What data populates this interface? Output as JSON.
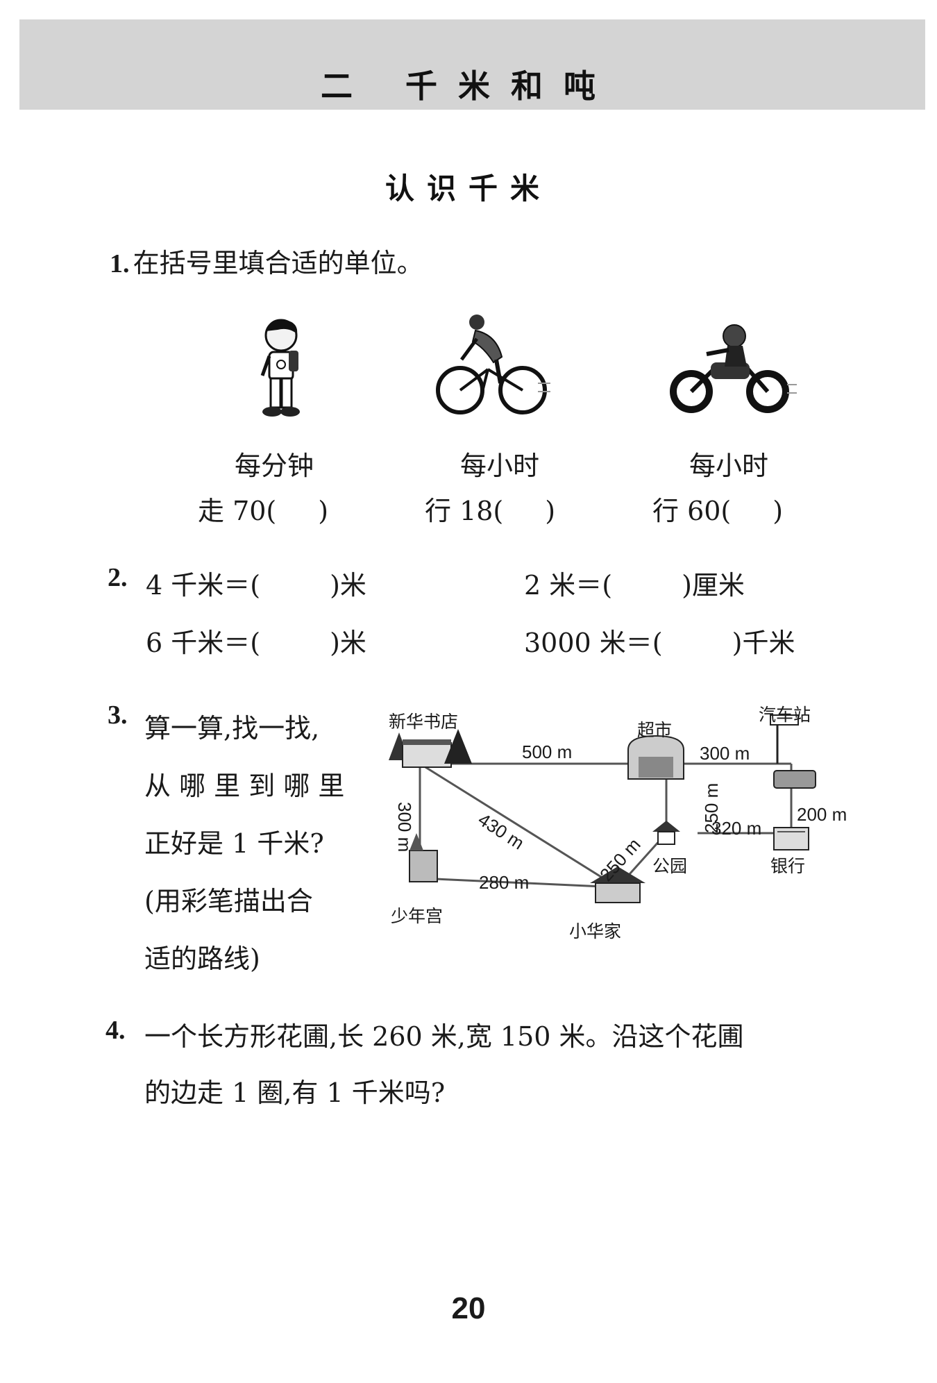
{
  "banner": {
    "title": "二 千米和吨"
  },
  "section": {
    "title": "认识千米"
  },
  "q1": {
    "num": "1.",
    "text": "在括号里填合适的单位。",
    "items": [
      {
        "line1": "每分钟",
        "line2": "走 70(",
        "close": ")",
        "icon": "walking-boy-icon"
      },
      {
        "line1": "每小时",
        "line2": "行 18(",
        "close": ")",
        "icon": "cyclist-icon"
      },
      {
        "line1": "每小时",
        "line2": "行 60(",
        "close": ")",
        "icon": "motorcyclist-icon"
      }
    ]
  },
  "q2": {
    "num": "2.",
    "rows": [
      {
        "left": "4 千米＝(",
        "left_unit": ")米",
        "right": "2 米＝(",
        "right_unit": ")厘米"
      },
      {
        "left": "6 千米＝(",
        "left_unit": ")米",
        "right": "3000 米＝(",
        "right_unit": ")千米"
      }
    ]
  },
  "q3": {
    "num": "3.",
    "lines": [
      "算一算,找一找,",
      "从 哪 里 到 哪 里",
      "正好是 1 千米?",
      "(用彩笔描出合",
      "适的路线)"
    ],
    "places": {
      "bookstore": "新华书店",
      "supermarket": "超市",
      "bus_station": "汽车站",
      "youth_palace": "少年宫",
      "home": "小华家",
      "park": "公园",
      "bank": "银行"
    },
    "distances": {
      "bookstore_supermarket": "500 m",
      "supermarket_station": "300 m",
      "bookstore_youth": "300 m",
      "bookstore_home": "430 m",
      "youth_home": "280 m",
      "home_park": "250 m",
      "supermarket_park": "250 m",
      "park_bank": "320 m",
      "station_bank": "200 m"
    }
  },
  "q4": {
    "num": "4.",
    "line1": "一个长方形花圃,长 260 米,宽 150 米。沿这个花圃",
    "line2": "的边走 1 圈,有 1 千米吗?"
  },
  "page": {
    "number": "20"
  }
}
